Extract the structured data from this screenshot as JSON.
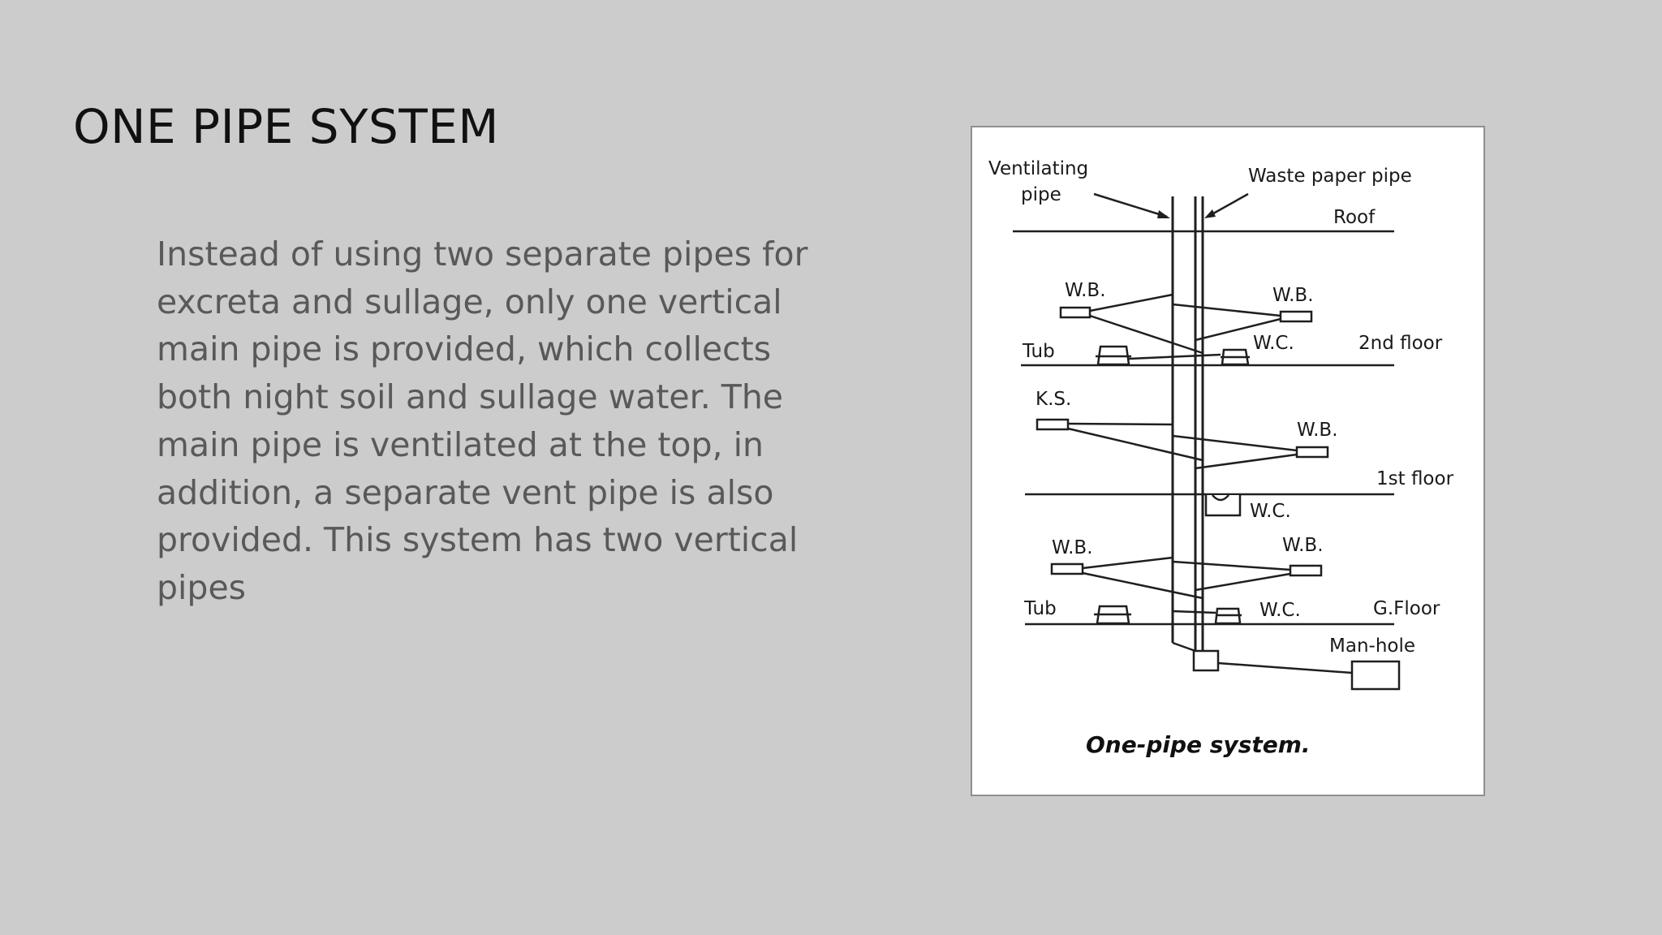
{
  "slide": {
    "title": "ONE PIPE SYSTEM",
    "body": "Instead of using two separate pipes for excreta and sullage, only one vertical main pipe is provided, which collects both night soil and sullage water. The main pipe is ventilated at the top, in addition, a separate vent pipe is also provided. This system has two vertical pipes"
  },
  "figure": {
    "labels": {
      "ventilating_line1": "Ventilating",
      "ventilating_line2": "pipe",
      "waste_paper_pipe": "Waste paper pipe",
      "roof": "Roof",
      "wb_2nd_left": "W.B.",
      "wb_2nd_right": "W.B.",
      "tub_2nd": "Tub",
      "wc_2nd": "W.C.",
      "floor_2nd": "2nd floor",
      "ks": "K.S.",
      "wb_1st_right": "W.B.",
      "floor_1st": "1st floor",
      "wc_1st": "W.C.",
      "wb_g_left": "W.B.",
      "wb_g_right": "W.B.",
      "tub_g": "Tub",
      "wc_g": "W.C.",
      "floor_g": "G.Floor",
      "manhole": "Man-hole",
      "caption": "One-pipe system."
    }
  }
}
